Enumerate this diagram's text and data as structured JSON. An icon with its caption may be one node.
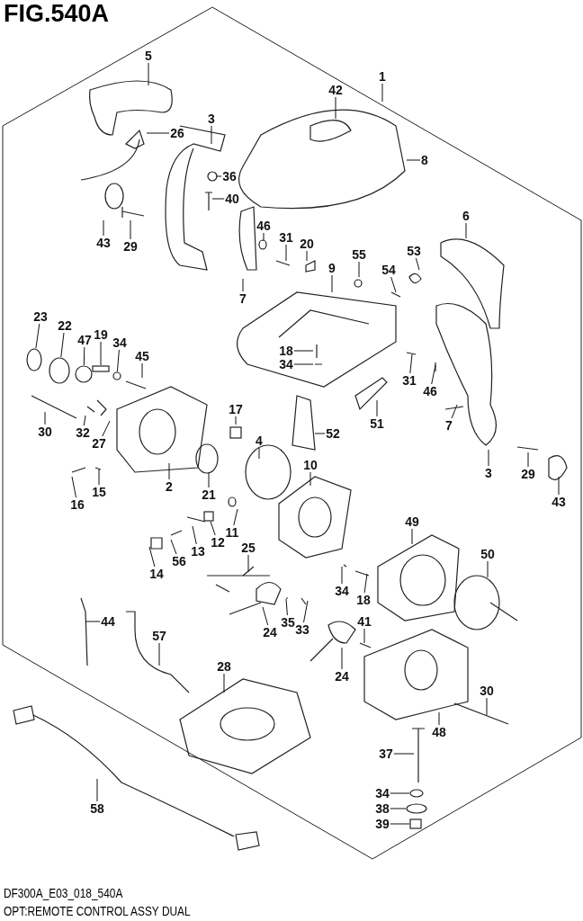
{
  "diagram": {
    "title": "FIG.540A",
    "nodes": [
      {
        "text": [
          "5"
        ]
      },
      {
        "text": [
          "1"
        ]
      },
      {
        "text": [
          "42"
        ]
      },
      {
        "text": [
          "3"
        ]
      },
      {
        "text": [
          "26"
        ]
      },
      {
        "text": [
          "8"
        ]
      },
      {
        "text": [
          "36"
        ]
      },
      {
        "text": [
          "40"
        ]
      },
      {
        "text": [
          "6"
        ]
      },
      {
        "text": [
          "46"
        ]
      },
      {
        "text": [
          "31"
        ]
      },
      {
        "text": [
          "43"
        ]
      },
      {
        "text": [
          "29"
        ]
      },
      {
        "text": [
          "20"
        ]
      },
      {
        "text": [
          "53"
        ]
      },
      {
        "text": [
          "55"
        ]
      },
      {
        "text": [
          "54"
        ]
      },
      {
        "text": [
          "9"
        ]
      },
      {
        "text": [
          "7"
        ]
      },
      {
        "text": [
          "23"
        ]
      },
      {
        "text": [
          "22"
        ]
      },
      {
        "text": [
          "47"
        ]
      },
      {
        "text": [
          "19"
        ]
      },
      {
        "text": [
          "34"
        ]
      },
      {
        "text": [
          "45"
        ]
      },
      {
        "text": [
          "18"
        ]
      },
      {
        "text": [
          "34"
        ]
      },
      {
        "text": [
          "31"
        ]
      },
      {
        "text": [
          "46"
        ]
      },
      {
        "text": [
          "17"
        ]
      },
      {
        "text": [
          "51"
        ]
      },
      {
        "text": [
          "7"
        ]
      },
      {
        "text": [
          "30"
        ]
      },
      {
        "text": [
          "32"
        ]
      },
      {
        "text": [
          "52"
        ]
      },
      {
        "text": [
          "27"
        ]
      },
      {
        "text": [
          "4"
        ]
      },
      {
        "text": [
          "10"
        ]
      },
      {
        "text": [
          "3"
        ]
      },
      {
        "text": [
          "29"
        ]
      },
      {
        "text": [
          "2"
        ]
      },
      {
        "text": [
          "15"
        ]
      },
      {
        "text": [
          "21"
        ]
      },
      {
        "text": [
          "43"
        ]
      },
      {
        "text": [
          "16"
        ]
      },
      {
        "text": [
          "11"
        ]
      },
      {
        "text": [
          "12"
        ]
      },
      {
        "text": [
          "49"
        ]
      },
      {
        "text": [
          "25"
        ]
      },
      {
        "text": [
          "13"
        ]
      },
      {
        "text": [
          "50"
        ]
      },
      {
        "text": [
          "56"
        ]
      },
      {
        "text": [
          "14"
        ]
      },
      {
        "text": [
          "34"
        ]
      },
      {
        "text": [
          "18"
        ]
      },
      {
        "text": [
          "44"
        ]
      },
      {
        "text": [
          "41"
        ]
      },
      {
        "text": [
          "35"
        ]
      },
      {
        "text": [
          "33"
        ]
      },
      {
        "text": [
          "24"
        ]
      },
      {
        "text": [
          "57"
        ]
      },
      {
        "text": [
          "28"
        ]
      },
      {
        "text": [
          "24"
        ]
      },
      {
        "text": [
          "30"
        ]
      },
      {
        "text": [
          "48"
        ]
      },
      {
        "text": [
          "37"
        ]
      },
      {
        "text": [
          "34"
        ]
      },
      {
        "text": [
          "38"
        ]
      },
      {
        "text": [
          "39"
        ]
      },
      {
        "text": [
          "58"
        ]
      },
      {
        "text": [],
        "shape": "circle"
      },
      {
        "text": [],
        "shape": "circle"
      },
      {
        "text": [],
        "shape": "circle"
      },
      {
        "text": [],
        "shape": "bar"
      },
      {
        "text": [],
        "shape": "circle"
      },
      {
        "text": [],
        "shape": "box"
      },
      {
        "text": [],
        "shape": "circle"
      },
      {
        "text": [],
        "shape": "circle"
      },
      {
        "text": [],
        "shape": "box"
      }
    ],
    "edges": [
      {
        "from": 0,
        "to": null,
        "arrow": "none"
      },
      {
        "from": 1,
        "to": null,
        "arrow": "none"
      },
      {
        "from": 2,
        "to": null,
        "arrow": "none"
      },
      {
        "from": 3,
        "to": null,
        "arrow": "none"
      },
      {
        "from": 4,
        "to": null,
        "arrow": "none"
      },
      {
        "from": 5,
        "to": null,
        "arrow": "none"
      },
      {
        "from": 6,
        "to": null,
        "arrow": "none"
      },
      {
        "from": 7,
        "to": null,
        "arrow": "none"
      },
      {
        "from": 8,
        "to": null,
        "arrow": "none"
      },
      {
        "from": 9,
        "to": null,
        "arrow": "none"
      },
      {
        "from": 10,
        "to": null,
        "arrow": "none"
      },
      {
        "from": 11,
        "to": null,
        "arrow": "none"
      },
      {
        "from": 12,
        "to": null,
        "arrow": "none"
      },
      {
        "from": 13,
        "to": null,
        "arrow": "none"
      },
      {
        "from": 14,
        "to": null,
        "arrow": "none"
      },
      {
        "from": 15,
        "to": null,
        "arrow": "none"
      },
      {
        "from": 16,
        "to": null,
        "arrow": "none"
      },
      {
        "from": 17,
        "to": null,
        "arrow": "none"
      },
      {
        "from": 18,
        "to": null,
        "arrow": "none"
      },
      {
        "from": 19,
        "to": 70,
        "arrow": "none"
      },
      {
        "from": 20,
        "to": 71,
        "arrow": "none"
      },
      {
        "from": 21,
        "to": 72,
        "arrow": "none"
      },
      {
        "from": 22,
        "to": 73,
        "arrow": "none"
      },
      {
        "from": 23,
        "to": 74,
        "arrow": "none"
      },
      {
        "from": 24,
        "to": null,
        "arrow": "none"
      },
      {
        "from": 25,
        "to": null,
        "arrow": "none"
      },
      {
        "from": 26,
        "to": null,
        "arrow": "none"
      },
      {
        "from": 27,
        "to": null,
        "arrow": "none"
      },
      {
        "from": 28,
        "to": null,
        "arrow": "none"
      },
      {
        "from": 29,
        "to": null,
        "arrow": "none"
      },
      {
        "from": 30,
        "to": null,
        "arrow": "none"
      },
      {
        "from": 31,
        "to": null,
        "arrow": "none"
      },
      {
        "from": 32,
        "to": null,
        "arrow": "none"
      },
      {
        "from": 33,
        "to": null,
        "arrow": "none"
      },
      {
        "from": 34,
        "to": null,
        "arrow": "none"
      },
      {
        "from": 35,
        "to": null,
        "arrow": "none"
      },
      {
        "from": 36,
        "to": null,
        "arrow": "none"
      },
      {
        "from": 37,
        "to": null,
        "arrow": "none"
      },
      {
        "from": 38,
        "to": null,
        "arrow": "none"
      },
      {
        "from": 39,
        "to": null,
        "arrow": "none"
      },
      {
        "from": 40,
        "to": null,
        "arrow": "none"
      },
      {
        "from": 41,
        "to": null,
        "arrow": "none"
      },
      {
        "from": 42,
        "to": null,
        "arrow": "none"
      },
      {
        "from": 43,
        "to": null,
        "arrow": "none"
      },
      {
        "from": 44,
        "to": null,
        "arrow": "none"
      },
      {
        "from": 45,
        "to": null,
        "arrow": "none"
      },
      {
        "from": 46,
        "to": 75,
        "arrow": "none"
      },
      {
        "from": 47,
        "to": null,
        "arrow": "none"
      },
      {
        "from": 48,
        "to": null,
        "arrow": "none"
      },
      {
        "from": 49,
        "to": null,
        "arrow": "none"
      },
      {
        "from": 50,
        "to": null,
        "arrow": "none"
      },
      {
        "from": 51,
        "to": null,
        "arrow": "none"
      },
      {
        "from": 52,
        "to": null,
        "arrow": "none"
      },
      {
        "from": 53,
        "to": null,
        "arrow": "none"
      },
      {
        "from": 54,
        "to": null,
        "arrow": "none"
      },
      {
        "from": 55,
        "to": null,
        "arrow": "none"
      },
      {
        "from": 56,
        "to": null,
        "arrow": "none"
      },
      {
        "from": 57,
        "to": null,
        "arrow": "none"
      },
      {
        "from": 58,
        "to": null,
        "arrow": "none"
      },
      {
        "from": 59,
        "to": null,
        "arrow": "none"
      },
      {
        "from": 60,
        "to": null,
        "arrow": "none"
      },
      {
        "from": 61,
        "to": null,
        "arrow": "none"
      },
      {
        "from": 62,
        "to": null,
        "arrow": "none"
      },
      {
        "from": 63,
        "to": null,
        "arrow": "none"
      },
      {
        "from": 64,
        "to": null,
        "arrow": "none"
      },
      {
        "from": 65,
        "to": null,
        "arrow": "none"
      },
      {
        "from": 66,
        "to": 77,
        "arrow": "none"
      },
      {
        "from": 67,
        "to": 76,
        "arrow": "none"
      },
      {
        "from": 68,
        "to": 78,
        "arrow": "none"
      },
      {
        "from": 69,
        "to": null,
        "arrow": "none"
      }
    ],
    "labels": [
      "DF300A_E03_018_540A",
      "OPT:REMOTE CONTROL ASSY DUAL"
    ]
  }
}
